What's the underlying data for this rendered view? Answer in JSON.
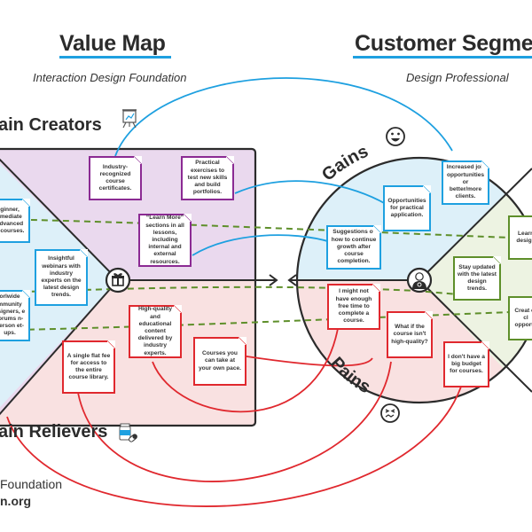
{
  "value_map": {
    "title": "Value Map",
    "subtitle": "Interaction Design Foundation",
    "gain_creators_label": "ain Creators",
    "pain_relievers_label": "ain Relievers",
    "gain_creators": [
      "Industry-recognized course certificates.",
      "Practical exercises to test new  skills and build portfolios.",
      "“Learn More” sections in all lessons, including internal and external resources."
    ],
    "products_services": [
      "ginner, rmediate advanced n courses.",
      "Insightful webinars with industry experts on the latest design trends.",
      "orlwide mmunity esigners, e forums n-person et-ups."
    ],
    "pain_relievers": [
      "High-quality and educational content delivered by industry experts.",
      "A single flat fee for access to the entire course library.",
      "Courses you can take at your own pace."
    ]
  },
  "customer_segment": {
    "title": "Customer Segme",
    "subtitle": "Design Professional",
    "gains_label": "Gains",
    "pains_label": "Pains",
    "gains": [
      "Increased job opportunities or better/more clients.",
      "Opportunities for practical application.",
      "Suggestions of how to continue growth after course completion."
    ],
    "jobs": [
      "Learn design",
      "Stay updated with the latest design trends.",
      "Creat or cl opportu"
    ],
    "pains": [
      "I might not have enough free time to complete a course.",
      "What if the course isn't high-quality?",
      "I don't have a big budget for courses."
    ]
  },
  "footer": {
    "line1": "Foundation",
    "line2": "n.org"
  },
  "icons": {
    "gain_creators": "presentation-chart-icon",
    "pain_relievers": "pill-bottle-icon",
    "products": "gift-icon",
    "customer": "person-icon",
    "gains": "happy-face-icon",
    "pains": "sad-face-icon"
  },
  "colors": {
    "accent_blue": "#1ea0e0",
    "purple": "#8b2a93",
    "red": "#e0282e",
    "green": "#5e8f2a",
    "purple_fill": "#ead9ee",
    "blue_fill": "#ddf0f9",
    "red_fill": "#f9e1e1",
    "green_fill": "#edf3e2"
  }
}
